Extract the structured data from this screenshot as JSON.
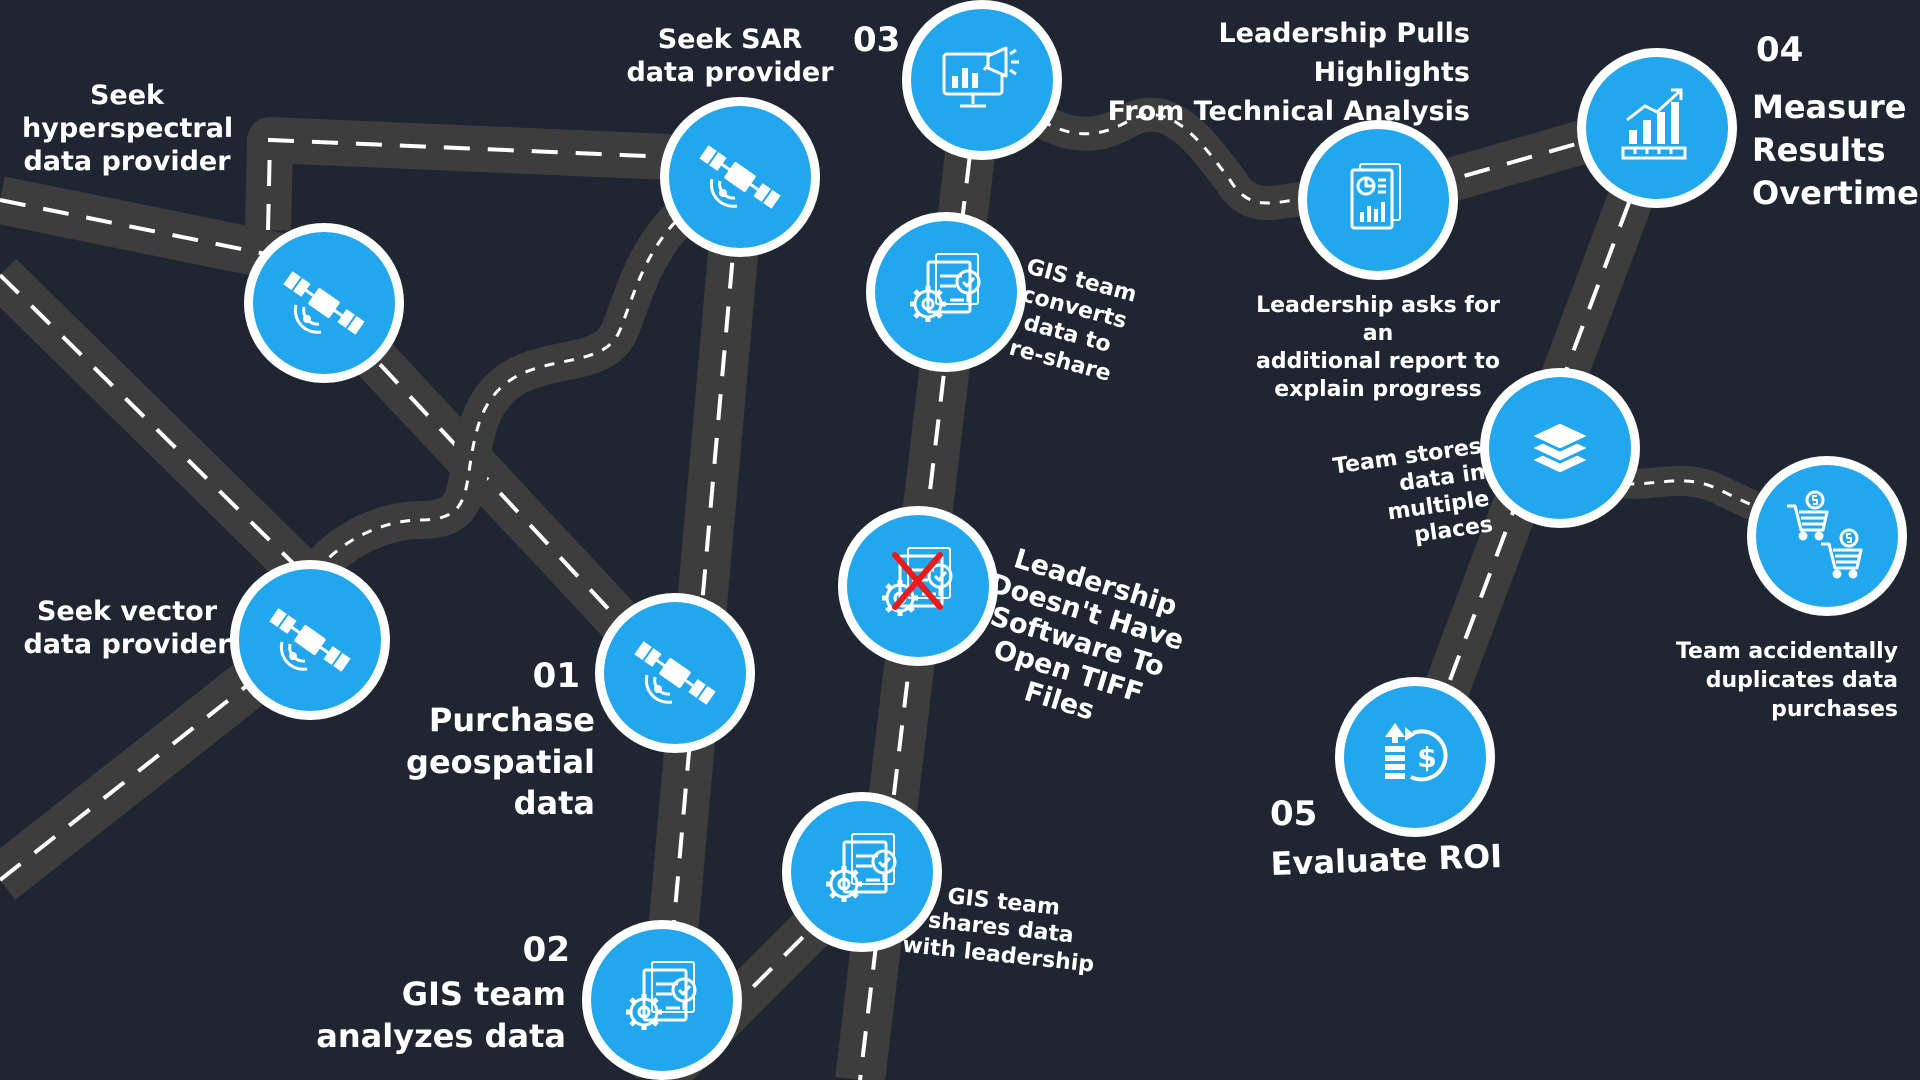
{
  "colors": {
    "background": "#1f2631",
    "road": "#3d3d3e",
    "road_dash": "#ffffff",
    "node_fill": "#22a7ef",
    "node_ring": "#ffffff",
    "cross": "#e81c1c"
  },
  "labels": {
    "seek_hyperspectral": "Seek\nhyperspectral\ndata provider",
    "seek_sar": "Seek SAR\ndata provider",
    "seek_vector": "Seek vector\ndata provider",
    "step01_num": "01",
    "step01_text": "Purchase\ngeospatial\ndata",
    "step02_num": "02",
    "step02_text": "GIS team\nanalyzes data",
    "step03_num": "03",
    "step03_text": "Leadership Pulls Highlights\nFrom Technical Analysis",
    "step04_num": "04",
    "step04_text": "Measure\nResults\nOvertime",
    "step05_num": "05",
    "step05_text": "Evaluate ROI",
    "gis_converts": "GIS team\nconverts\ndata to\nre-share",
    "no_software": "Leadership\nDoesn't Have\nSoftware To\nOpen TIFF Files",
    "gis_shares": "GIS team\nshares data\nwith leadership",
    "leadership_report": "Leadership asks for an\nadditional report to\nexplain progress",
    "team_stores": "Team stores\ndata in multiple\nplaces",
    "duplicates": "Team accidentally\nduplicates data\npurchases"
  },
  "icons": {
    "hyperspectral": "satellite-icon",
    "sar": "satellite-icon",
    "vector": "satellite-icon",
    "purchase": "satellite-icon",
    "analyze": "gear-document-icon",
    "share": "gear-document-icon",
    "tiff": "gear-document-crossed-icon",
    "convert": "gear-document-icon",
    "highlights": "presentation-megaphone-icon",
    "report": "report-document-icon",
    "measure": "bar-chart-growth-icon",
    "stores": "layers-icon",
    "duplicates": "shopping-cart-icon",
    "roi": "roi-money-icon"
  }
}
